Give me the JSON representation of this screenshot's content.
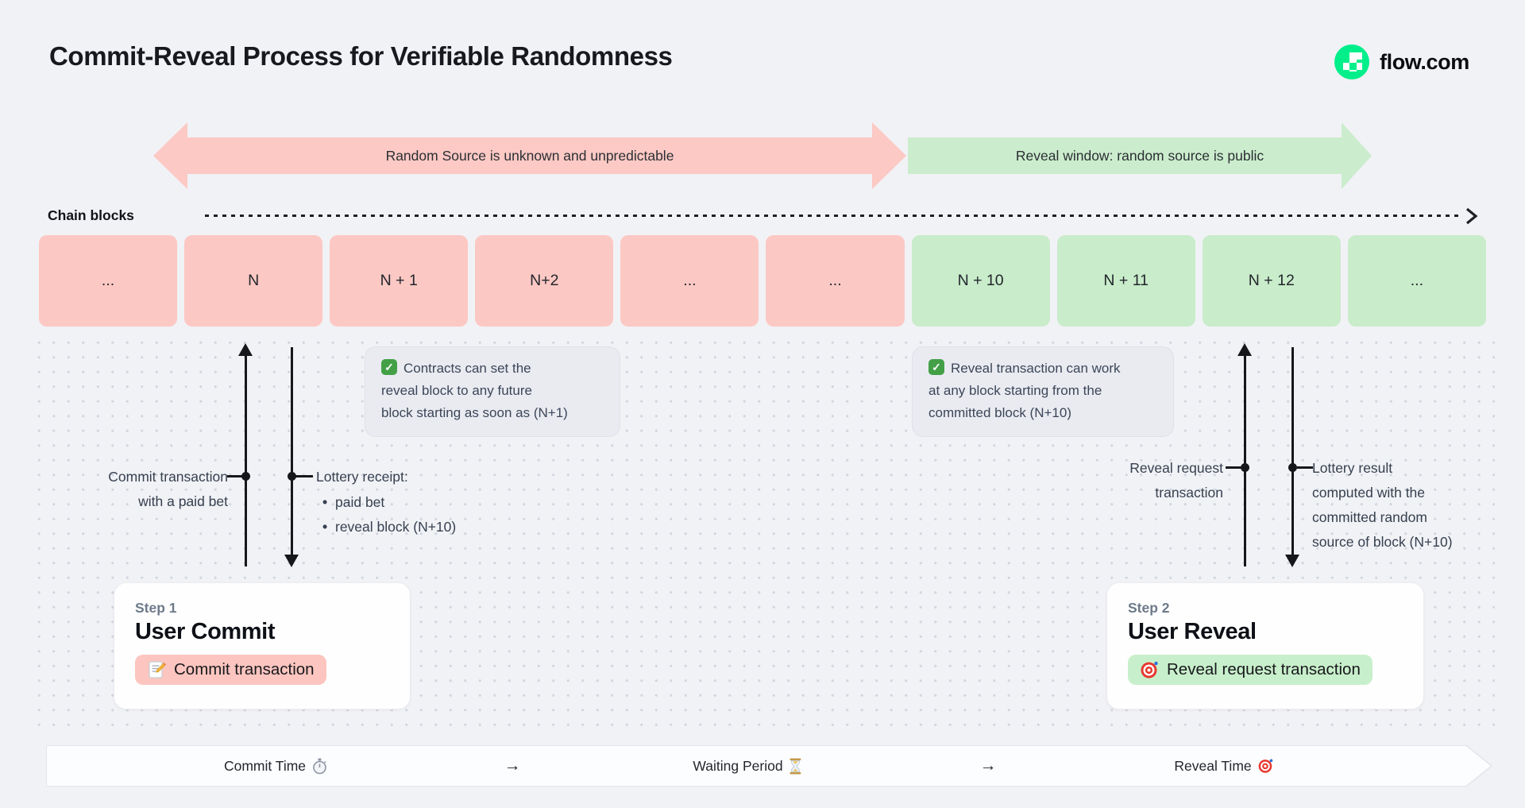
{
  "header": {
    "title": "Commit-Reveal Process for Verifiable Randomness",
    "brand": "flow.com"
  },
  "bands": {
    "unknown_label": "Random Source is unknown and unpredictable",
    "reveal_label": "Reveal window: random source is public"
  },
  "chain": {
    "label": "Chain blocks",
    "blocks": [
      {
        "label": "...",
        "phase": "commit"
      },
      {
        "label": "N",
        "phase": "commit"
      },
      {
        "label": "N + 1",
        "phase": "commit"
      },
      {
        "label": "N+2",
        "phase": "commit"
      },
      {
        "label": "...",
        "phase": "commit"
      },
      {
        "label": "...",
        "phase": "commit"
      },
      {
        "label": "N + 10",
        "phase": "reveal"
      },
      {
        "label": "N + 11",
        "phase": "reveal"
      },
      {
        "label": "N + 12",
        "phase": "reveal"
      },
      {
        "label": "...",
        "phase": "reveal"
      }
    ]
  },
  "annotations": {
    "commit_note": "Contracts can set the\nreveal block to any future\nblock starting as soon as (N+1)",
    "reveal_note": "Reveal transaction can work\nat any block starting from the\ncommitted block (N+10)",
    "note_icon": "check-icon"
  },
  "callouts": {
    "commit_tx": "Commit transaction\nwith a paid bet",
    "lottery_receipt": {
      "title": "Lottery receipt:",
      "items": [
        "paid bet",
        "reveal block (N+10)"
      ]
    },
    "reveal_request": "Reveal request\ntransaction",
    "lottery_result": "Lottery result\ncomputed with the\ncommitted random\nsource of block (N+10)"
  },
  "steps": [
    {
      "label": "Step 1",
      "title": "User Commit",
      "action": "Commit transaction",
      "icon": "memo-icon"
    },
    {
      "label": "Step 2",
      "title": "User Reveal",
      "action": "Reveal request transaction",
      "icon": "target-icon"
    }
  ],
  "timeline": [
    {
      "label": "Commit Time",
      "icon": "stopwatch-icon"
    },
    {
      "label": "→"
    },
    {
      "label": "Waiting Period",
      "icon": "hourglass-icon"
    },
    {
      "label": "→"
    },
    {
      "label": "Reveal Time",
      "icon": "target-icon"
    }
  ],
  "colors": {
    "commit_pink": "#fcc8c3",
    "reveal_green": "#c9ecca",
    "brand_green": "#00ef8b",
    "background": "#f1f2f6"
  }
}
